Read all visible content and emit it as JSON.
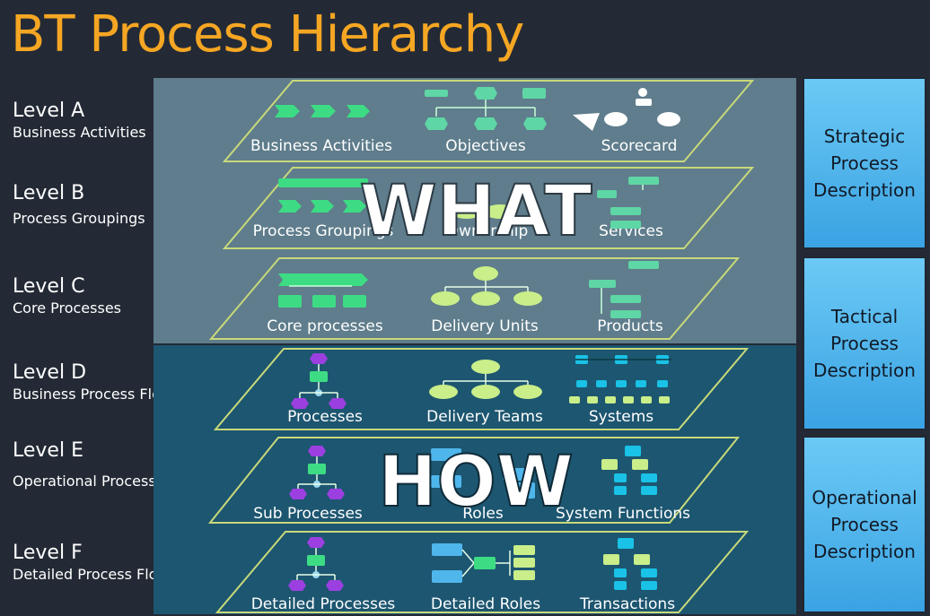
{
  "title": "BT Process Hierarchy",
  "levels": [
    {
      "title": "Level A",
      "subtitle": "Business Activities"
    },
    {
      "title": "Level B",
      "subtitle": "Process Groupings"
    },
    {
      "title": "Level C",
      "subtitle": "Core Processes"
    },
    {
      "title": "Level D",
      "subtitle": "Business Process Flows"
    },
    {
      "title": "Level E",
      "subtitle": "Operational Process Flows"
    },
    {
      "title": "Level F",
      "subtitle": "Detailed Process Flows"
    }
  ],
  "planes": [
    {
      "labels": [
        "Business Activities",
        "Objectives",
        "Scorecard"
      ]
    },
    {
      "labels": [
        "Process Groupings",
        "Ownership",
        "Services"
      ]
    },
    {
      "labels": [
        "Core processes",
        "Delivery Units",
        "Products"
      ]
    },
    {
      "labels": [
        "Processes",
        "Delivery Teams",
        "Systems"
      ]
    },
    {
      "labels": [
        "Sub Processes",
        "Roles",
        "System Functions"
      ]
    },
    {
      "labels": [
        "Detailed Processes",
        "Detailed Roles",
        "Transactions"
      ]
    }
  ],
  "overlays": {
    "what": "WHAT",
    "how": "HOW"
  },
  "descriptions": [
    {
      "lines": [
        "Strategic",
        "Process",
        "Description"
      ]
    },
    {
      "lines": [
        "Tactical",
        "Process",
        "Description"
      ]
    },
    {
      "lines": [
        "Operational",
        "Process",
        "Description"
      ]
    }
  ],
  "colors": {
    "title": "#f5a623",
    "upper_panel": "#5f7d8c",
    "lower_panel": "#1d5670",
    "plane_border": "#c8d97a",
    "green": "#3ddc84",
    "light_green": "#c9ee8a",
    "teal_shape": "#5fd6a5",
    "purple": "#9b3fe0",
    "cyan": "#19c2e6",
    "box_blue": "#4fb6ec"
  }
}
